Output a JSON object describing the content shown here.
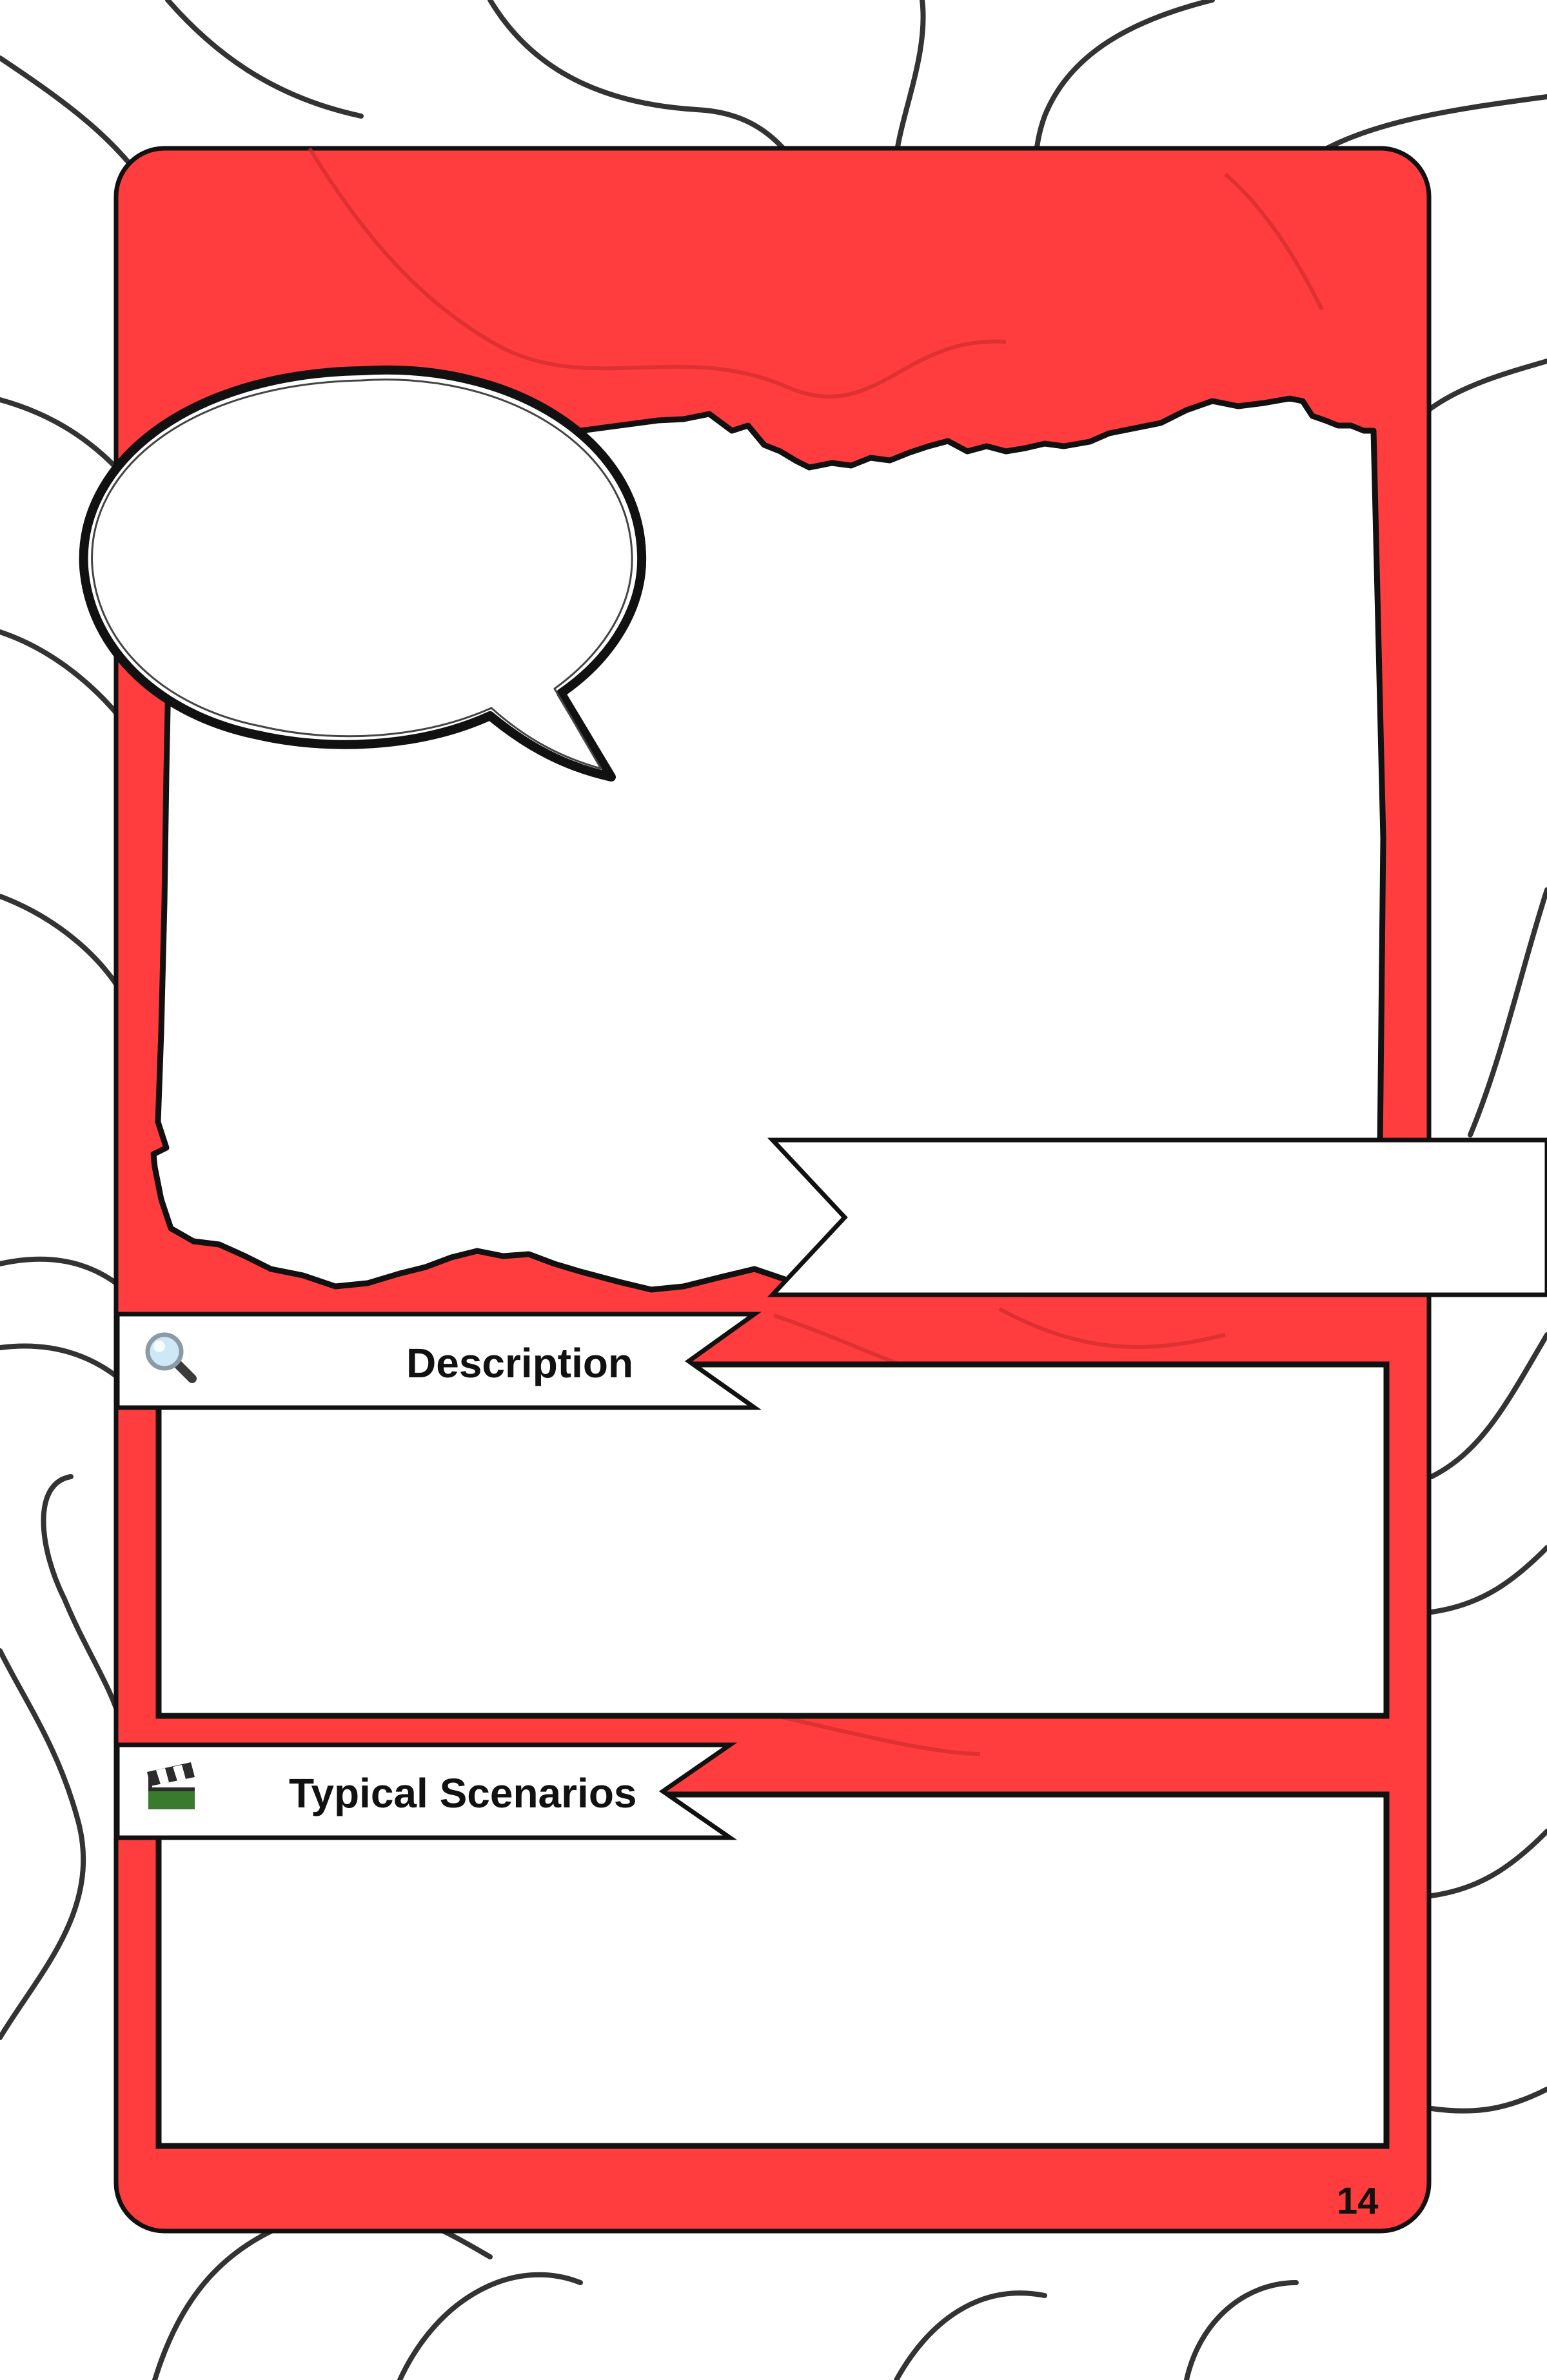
{
  "card": {
    "color": "#ff3c3e",
    "outline_color": "#111111",
    "page_number": "14"
  },
  "sections": [
    {
      "id": "description",
      "icon": "magnifying-glass-icon",
      "label": "Description"
    },
    {
      "id": "typical-scenarios",
      "icon": "clapper-board-icon",
      "label": "Typical Scenarios"
    }
  ]
}
